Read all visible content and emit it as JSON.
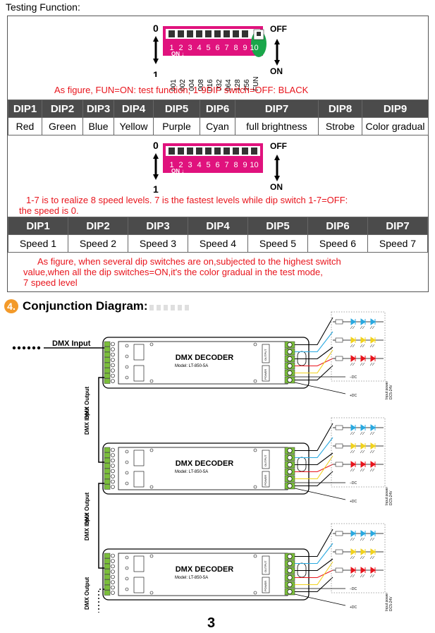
{
  "page": {
    "section_title": "Testing Function:",
    "page_number": "3"
  },
  "dip1": {
    "off_label": "OFF",
    "on_label": "ON",
    "zero": "0",
    "one": "1",
    "on_arrow": "ON ↓",
    "numbers": [
      "1",
      "2",
      "3",
      "4",
      "5",
      "6",
      "7",
      "8",
      "9",
      "10"
    ],
    "values": [
      "001",
      "002",
      "004",
      "008",
      "016",
      "032",
      "064",
      "128",
      "256",
      "FUN"
    ],
    "note": "As figure, FUN=ON: test function; 1-9DIP switch=OFF: BLACK"
  },
  "table1": {
    "headers": [
      "DIP1",
      "DIP2",
      "DIP3",
      "DIP4",
      "DIP5",
      "DIP6",
      "DIP7",
      "DIP8",
      "DIP9"
    ],
    "values": [
      "Red",
      "Green",
      "Blue",
      "Yellow",
      "Purple",
      "Cyan",
      "full brightness",
      "Strobe",
      "Color gradual"
    ]
  },
  "dip2": {
    "off_label": "OFF",
    "on_label": "ON",
    "zero": "0",
    "one": "1",
    "on_arrow": "ON ↓",
    "numbers": [
      "1",
      "2",
      "3",
      "4",
      "5",
      "6",
      "7",
      "8",
      "9",
      "10"
    ],
    "note_line1": "1-7 is to realize 8 speed levels. 7 is the fastest levels while dip switch 1-7=OFF:",
    "note_line2": "the speed is 0."
  },
  "table2": {
    "headers": [
      "DIP1",
      "DIP2",
      "DIP3",
      "DIP4",
      "DIP5",
      "DIP6",
      "DIP7"
    ],
    "values": [
      "Speed 1",
      "Speed 2",
      "Speed 3",
      "Speed 4",
      "Speed 5",
      "Speed 6",
      "Speed 7"
    ]
  },
  "note3": {
    "line1": "As figure, when several dip switches are on,subjected to the highest switch",
    "line2": "value,when all the dip switches=ON,it's the color gradual in the test mode,",
    "line3": "7 speed level"
  },
  "diagram": {
    "section_number": "4.",
    "section_title": "Conjunction Diagram:",
    "dmx_input": "DMX Input",
    "dmx_output": "DMX Output",
    "decoder_title": "DMX DECODER",
    "decoder_model": "Model: LT-850-5A",
    "input_power": "Input power",
    "input_power_volt": "DC5-24V",
    "output_label": "OUTPUT",
    "power_label": "POWER"
  },
  "colors": {
    "dip_body": "#e0127d",
    "fun_highlight": "#1aa64a",
    "note_red": "#e8141c",
    "table_header": "#4b4b4b",
    "terminal_green": "#7bbf3a",
    "wire_cyan": "#29a9e0",
    "wire_red": "#e8141c",
    "wire_yellow": "#f1d21c"
  }
}
